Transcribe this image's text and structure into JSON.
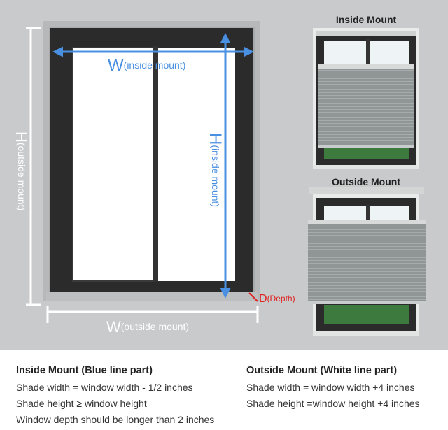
{
  "diagram": {
    "labels": {
      "w_inside_big": "W",
      "w_inside_small": "(inside mount)",
      "h_inside_big": "H",
      "h_inside_small": "(inside mount)",
      "h_outside_big": "H",
      "h_outside_small": "(outside mount)",
      "w_outside_big": "W",
      "w_outside_small": "(outside mount)",
      "depth_big": "D",
      "depth_small": "(Depth)"
    },
    "thumb_titles": {
      "inside": "Inside Mount",
      "outside": "Outside Mount"
    },
    "colors": {
      "blue_line": "#4a90e2",
      "white_line": "#ffffff",
      "depth_red": "#e02020",
      "wall": "#c9cacb",
      "frame": "#2b2b2b",
      "shade": "#8f9595"
    }
  },
  "notes": {
    "inside": {
      "title": "Inside Mount (Blue line part)",
      "lines": [
        "Shade width = window width - 1/2 inches",
        "Shade height ≥ window height",
        "Window depth should be longer than 2 inches"
      ]
    },
    "outside": {
      "title": "Outside Mount (White line part)",
      "lines": [
        "Shade width = window width +4 inches",
        "Shade height =window height +4 inches"
      ]
    }
  }
}
